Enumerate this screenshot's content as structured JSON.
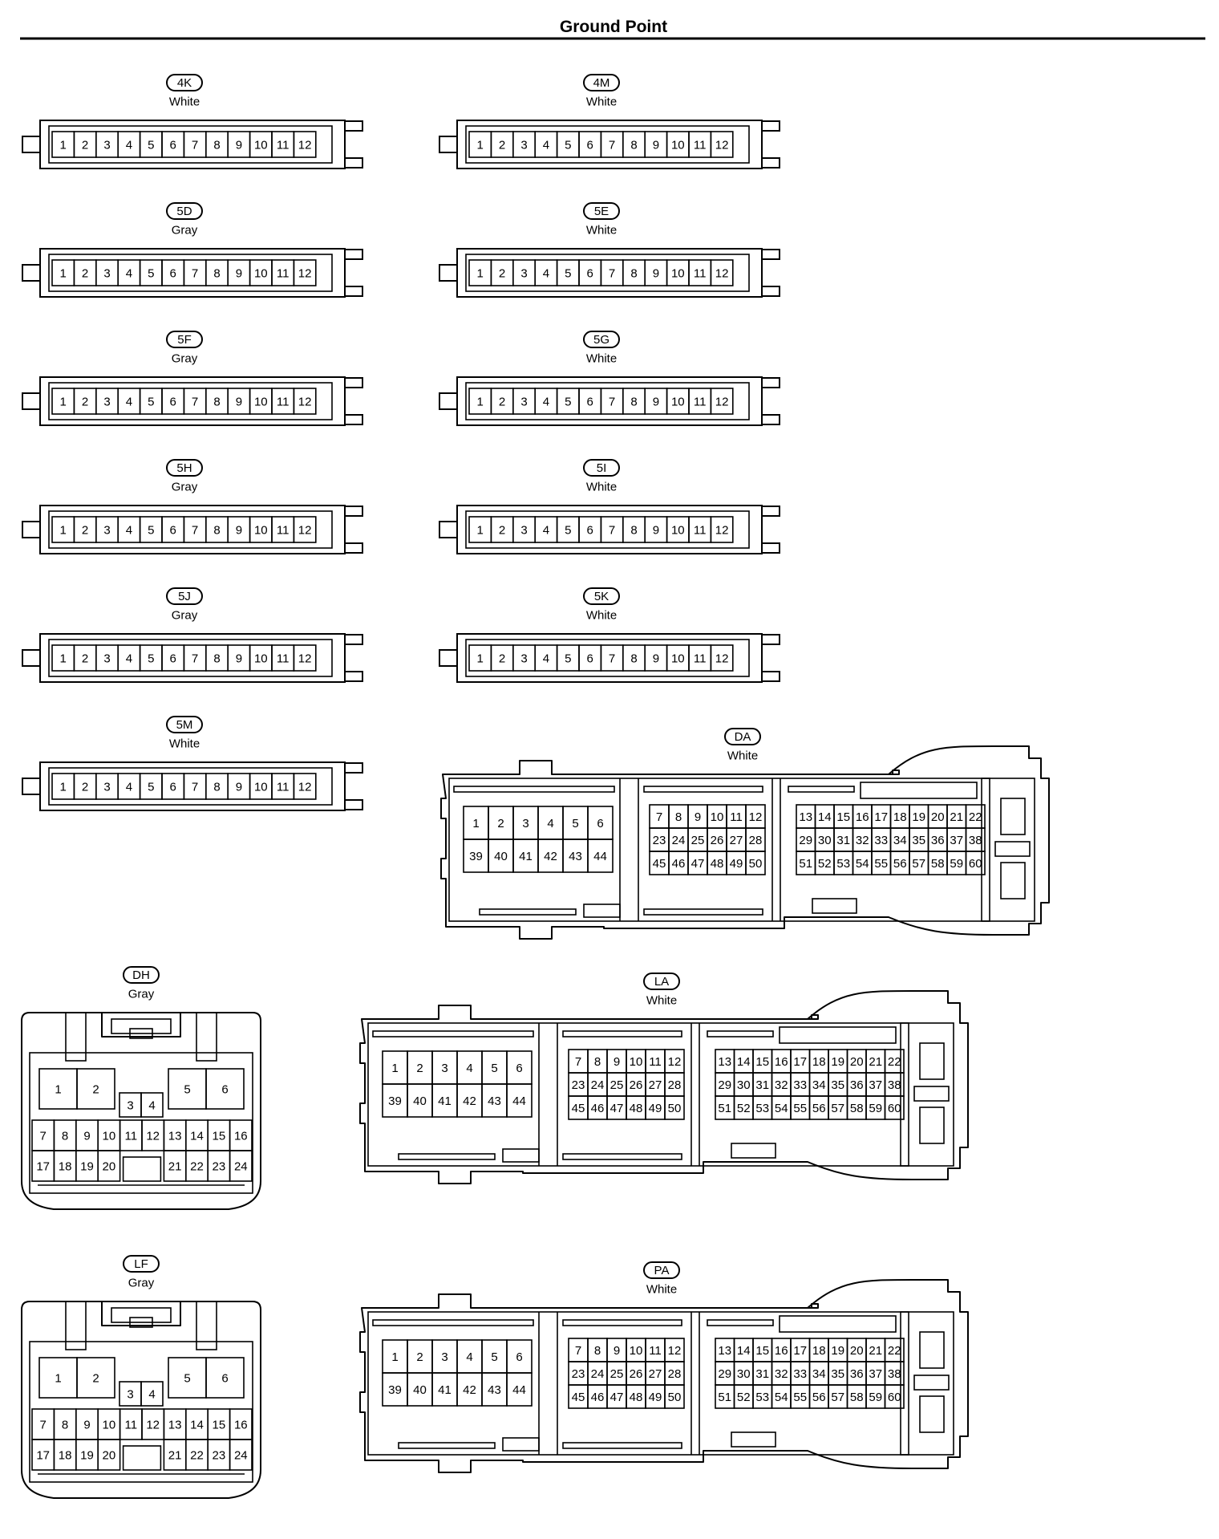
{
  "title": "Ground Point",
  "connectors": [
    {
      "code": "4K",
      "color": "White",
      "type": "row12",
      "pins": [
        "1",
        "2",
        "3",
        "4",
        "5",
        "6",
        "7",
        "8",
        "9",
        "10",
        "11",
        "12"
      ]
    },
    {
      "code": "4M",
      "color": "White",
      "type": "row12",
      "pins": [
        "1",
        "2",
        "3",
        "4",
        "5",
        "6",
        "7",
        "8",
        "9",
        "10",
        "11",
        "12"
      ]
    },
    {
      "code": "5D",
      "color": "Gray",
      "type": "row12",
      "pins": [
        "1",
        "2",
        "3",
        "4",
        "5",
        "6",
        "7",
        "8",
        "9",
        "10",
        "11",
        "12"
      ]
    },
    {
      "code": "5E",
      "color": "White",
      "type": "row12",
      "pins": [
        "1",
        "2",
        "3",
        "4",
        "5",
        "6",
        "7",
        "8",
        "9",
        "10",
        "11",
        "12"
      ]
    },
    {
      "code": "5F",
      "color": "Gray",
      "type": "row12",
      "pins": [
        "1",
        "2",
        "3",
        "4",
        "5",
        "6",
        "7",
        "8",
        "9",
        "10",
        "11",
        "12"
      ]
    },
    {
      "code": "5G",
      "color": "White",
      "type": "row12",
      "pins": [
        "1",
        "2",
        "3",
        "4",
        "5",
        "6",
        "7",
        "8",
        "9",
        "10",
        "11",
        "12"
      ]
    },
    {
      "code": "5H",
      "color": "Gray",
      "type": "row12",
      "pins": [
        "1",
        "2",
        "3",
        "4",
        "5",
        "6",
        "7",
        "8",
        "9",
        "10",
        "11",
        "12"
      ]
    },
    {
      "code": "5I",
      "color": "White",
      "type": "row12",
      "pins": [
        "1",
        "2",
        "3",
        "4",
        "5",
        "6",
        "7",
        "8",
        "9",
        "10",
        "11",
        "12"
      ]
    },
    {
      "code": "5J",
      "color": "Gray",
      "type": "row12",
      "pins": [
        "1",
        "2",
        "3",
        "4",
        "5",
        "6",
        "7",
        "8",
        "9",
        "10",
        "11",
        "12"
      ]
    },
    {
      "code": "5K",
      "color": "White",
      "type": "row12",
      "pins": [
        "1",
        "2",
        "3",
        "4",
        "5",
        "6",
        "7",
        "8",
        "9",
        "10",
        "11",
        "12"
      ]
    },
    {
      "code": "5M",
      "color": "White",
      "type": "row12",
      "pins": [
        "1",
        "2",
        "3",
        "4",
        "5",
        "6",
        "7",
        "8",
        "9",
        "10",
        "11",
        "12"
      ]
    },
    {
      "code": "DA",
      "color": "White",
      "type": "ecu60",
      "pins_a": [
        [
          "1",
          "2",
          "3",
          "4",
          "5",
          "6"
        ],
        [
          "39",
          "40",
          "41",
          "42",
          "43",
          "44"
        ]
      ],
      "pins_b": [
        [
          "7",
          "8",
          "9",
          "10",
          "11",
          "12"
        ],
        [
          "23",
          "24",
          "25",
          "26",
          "27",
          "28"
        ],
        [
          "45",
          "46",
          "47",
          "48",
          "49",
          "50"
        ]
      ],
      "pins_c": [
        [
          "13",
          "14",
          "15",
          "16",
          "17",
          "18",
          "19",
          "20",
          "21",
          "22"
        ],
        [
          "29",
          "30",
          "31",
          "32",
          "33",
          "34",
          "35",
          "36",
          "37",
          "38"
        ],
        [
          "51",
          "52",
          "53",
          "54",
          "55",
          "56",
          "57",
          "58",
          "59",
          "60"
        ]
      ]
    },
    {
      "code": "DH",
      "color": "Gray",
      "type": "box24",
      "pins_top": [
        "1",
        "2",
        "5",
        "6"
      ],
      "pins_mid": [
        "3",
        "4"
      ],
      "pins_row1": [
        "7",
        "8",
        "9",
        "10",
        "11",
        "12",
        "13",
        "14",
        "15",
        "16"
      ],
      "pins_row2": [
        "17",
        "18",
        "19",
        "20",
        "21",
        "22",
        "23",
        "24"
      ]
    },
    {
      "code": "LA",
      "color": "White",
      "type": "ecu60",
      "pins_a": [
        [
          "1",
          "2",
          "3",
          "4",
          "5",
          "6"
        ],
        [
          "39",
          "40",
          "41",
          "42",
          "43",
          "44"
        ]
      ],
      "pins_b": [
        [
          "7",
          "8",
          "9",
          "10",
          "11",
          "12"
        ],
        [
          "23",
          "24",
          "25",
          "26",
          "27",
          "28"
        ],
        [
          "45",
          "46",
          "47",
          "48",
          "49",
          "50"
        ]
      ],
      "pins_c": [
        [
          "13",
          "14",
          "15",
          "16",
          "17",
          "18",
          "19",
          "20",
          "21",
          "22"
        ],
        [
          "29",
          "30",
          "31",
          "32",
          "33",
          "34",
          "35",
          "36",
          "37",
          "38"
        ],
        [
          "51",
          "52",
          "53",
          "54",
          "55",
          "56",
          "57",
          "58",
          "59",
          "60"
        ]
      ]
    },
    {
      "code": "LF",
      "color": "Gray",
      "type": "box24",
      "pins_top": [
        "1",
        "2",
        "5",
        "6"
      ],
      "pins_mid": [
        "3",
        "4"
      ],
      "pins_row1": [
        "7",
        "8",
        "9",
        "10",
        "11",
        "12",
        "13",
        "14",
        "15",
        "16"
      ],
      "pins_row2": [
        "17",
        "18",
        "19",
        "20",
        "21",
        "22",
        "23",
        "24"
      ]
    },
    {
      "code": "PA",
      "color": "White",
      "type": "ecu60",
      "pins_a": [
        [
          "1",
          "2",
          "3",
          "4",
          "5",
          "6"
        ],
        [
          "39",
          "40",
          "41",
          "42",
          "43",
          "44"
        ]
      ],
      "pins_b": [
        [
          "7",
          "8",
          "9",
          "10",
          "11",
          "12"
        ],
        [
          "23",
          "24",
          "25",
          "26",
          "27",
          "28"
        ],
        [
          "45",
          "46",
          "47",
          "48",
          "49",
          "50"
        ]
      ],
      "pins_c": [
        [
          "13",
          "14",
          "15",
          "16",
          "17",
          "18",
          "19",
          "20",
          "21",
          "22"
        ],
        [
          "29",
          "30",
          "31",
          "32",
          "33",
          "34",
          "35",
          "36",
          "37",
          "38"
        ],
        [
          "51",
          "52",
          "53",
          "54",
          "55",
          "56",
          "57",
          "58",
          "59",
          "60"
        ]
      ]
    }
  ]
}
